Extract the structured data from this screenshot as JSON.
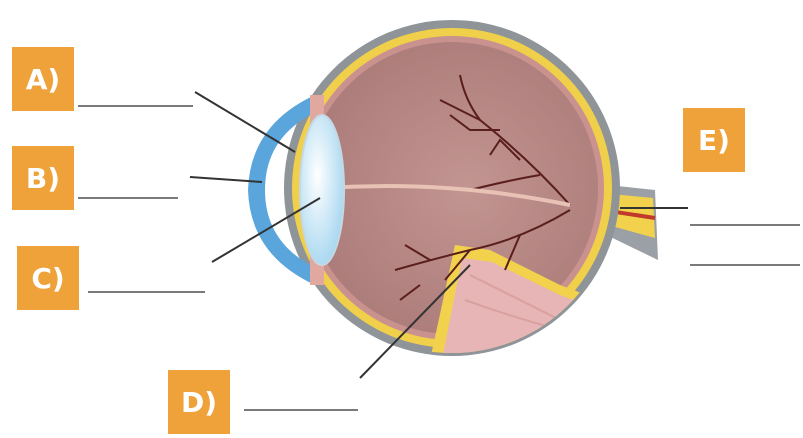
{
  "labels": {
    "a": "A)",
    "b": "B)",
    "c": "C)",
    "d": "D)",
    "e": "E)"
  },
  "colors": {
    "label_bg": "#f0a23a",
    "label_text": "#ffffff",
    "sclera": "#8f9499",
    "choroid": "#f0d04a",
    "vitreous": "#b88986",
    "lens": "#dff2fb",
    "cornea": "#5aa6dc",
    "vessels": "#5a1e1e",
    "leader_lines": "#333333",
    "answer_lines": "#7a7a7a"
  }
}
